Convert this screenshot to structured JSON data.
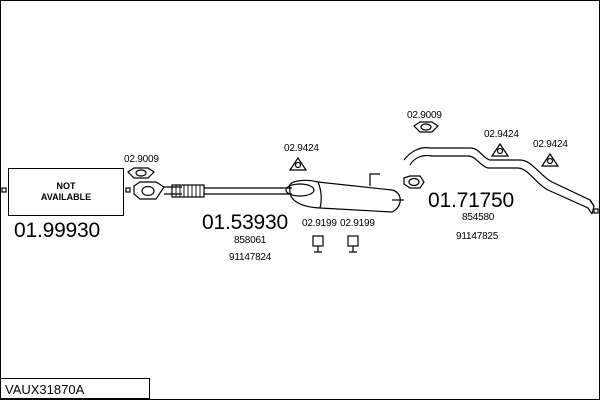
{
  "diagram": {
    "not_available_line1": "NOT",
    "not_available_line2": "AVAILABLE",
    "part_front": "01.99930",
    "part_middle": "01.53930",
    "part_middle_sub1": "858061",
    "part_middle_sub2": "91147824",
    "part_rear": "01.71750",
    "part_rear_sub1": "854580",
    "part_rear_sub2": "91147825",
    "gasket_front": "02.9009",
    "gasket_rear": "02.9009",
    "mount_mid": "02.9424",
    "mount_rear_a": "02.9424",
    "mount_rear_b": "02.9424",
    "clamp_a": "02.9199",
    "clamp_b": "02.9199",
    "reference": "VAUX31870A"
  }
}
